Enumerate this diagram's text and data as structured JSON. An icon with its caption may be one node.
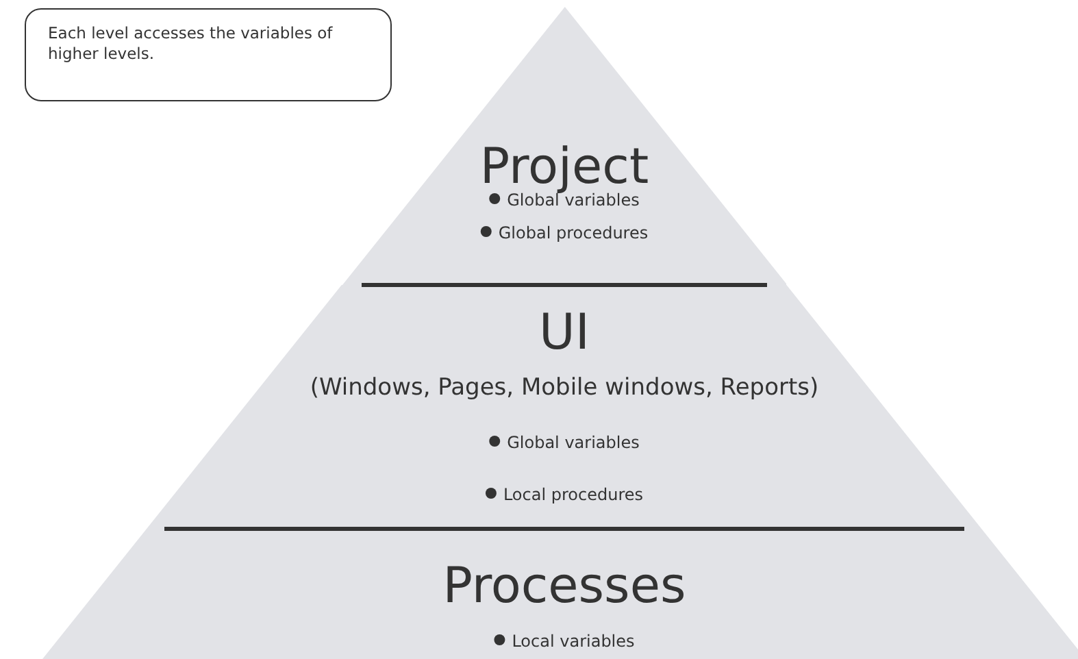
{
  "diagram": {
    "nodes": [
      {
        "text": [
          "Each level accesses the variables of higher levels."
        ]
      },
      {
        "text": [
          "Project",
          "Global variables",
          "Global procedures"
        ]
      },
      {
        "text": [
          "UI",
          "(Windows, Pages, Mobile windows, Reports)",
          "Global variables",
          "Local procedures"
        ]
      },
      {
        "text": [
          "Processes",
          "Local variables"
        ]
      }
    ],
    "edges": []
  }
}
